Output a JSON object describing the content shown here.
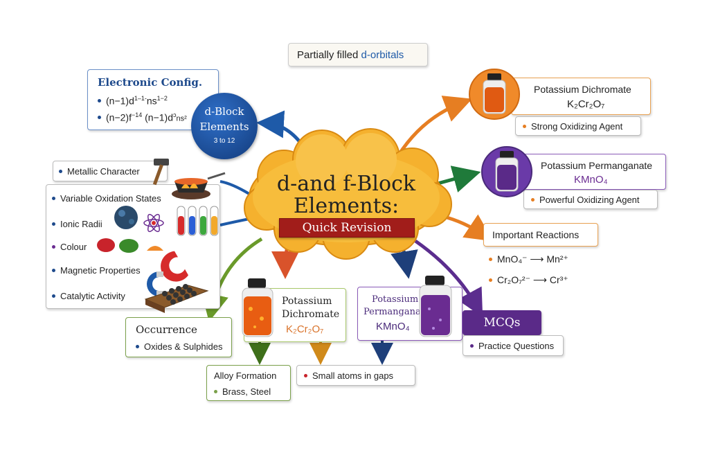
{
  "center": {
    "title_line1": "d-and f-Block",
    "title_line2": "Elements:",
    "banner": "Quick Revision"
  },
  "top_label": {
    "prefix": "Partially filled ",
    "highlight": "d-orbitals"
  },
  "electronic": {
    "title": "Electronic Config.",
    "line1": "(n−1)d",
    "line1_sup": "1–1‑",
    "line1_b": "ns",
    "line1_b_sup": "1−2",
    "line2": "(n−2)f",
    "line2_sup": "−14",
    "line2_b": "(n−1)d",
    "line2_b_sup": "ɔ",
    "line2_c": "ns²"
  },
  "dblock": {
    "line1": "d-Block",
    "line2": "Elements",
    "line3": "3 to 12"
  },
  "properties": {
    "metallic": "Metallic Character",
    "items": [
      "Variable Oxidation States",
      "Ionic Radii",
      "Colour",
      "Magnetic Properties",
      "Catalytic Activity"
    ]
  },
  "occurrence": {
    "title": "Occurrence",
    "item": "Oxides & Sulphides"
  },
  "alloy": {
    "title": "Alloy Formation",
    "item": "Brass, Steel"
  },
  "small_atoms": {
    "item": "Small atoms in gaps"
  },
  "dichromate_mid": {
    "line1": "Potassium",
    "line2": "Dichromate",
    "formula": "K₂Cr₂O₇"
  },
  "permanganate_mid": {
    "line1": "Potassium",
    "line2": "Permanganate",
    "formula": "KMnO₄"
  },
  "dichromate_top": {
    "title": "Potassium Dichromate",
    "formula": "K₂Cr₂O₇",
    "item": "Strong Oxidizing Agent"
  },
  "permanganate_top": {
    "title": "Potassium Permanganate",
    "formula": "KMnO₄",
    "item": "Powerful Oxidizing Agent"
  },
  "reactions": {
    "title": "Important Reactions",
    "r1_left": "MnO₄⁻",
    "r1_right": "Mn²⁺",
    "r2_left": "Cr₂O₇²⁻",
    "r2_right": "Cr³⁺"
  },
  "mcqs": {
    "title": "MCQs",
    "item": "Practice Questions"
  },
  "colors": {
    "orange": "#e67e22",
    "purple": "#6a2c91",
    "green": "#5a8a2a",
    "blue": "#1e4a8c",
    "red": "#b5281f",
    "cloud": "#f7b733",
    "banner": "#a11d1a"
  }
}
